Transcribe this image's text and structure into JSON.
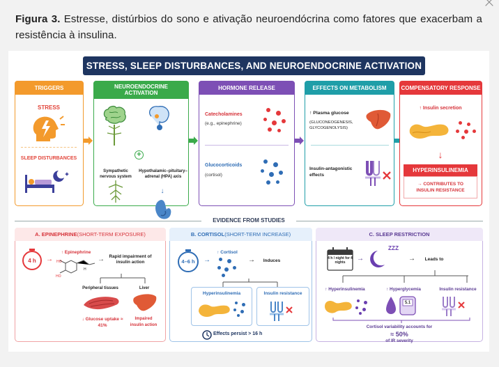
{
  "dialog": {
    "close_label": "×"
  },
  "caption": {
    "label": "Figura 3.",
    "text": " Estresse, distúrbios do sono e ativação neuroendócrina como fatores que exacerbam a resistência à insulina."
  },
  "figure": {
    "title": "STRESS, SLEEP DISTURBANCES, AND NEUROENDOCRINE ACTIVATION",
    "colors": {
      "navy": "#1e3560",
      "orange": "#f39a2c",
      "green": "#3aaa4a",
      "purple": "#7d4fb5",
      "teal": "#1f9ea8",
      "red": "#e5383b",
      "blue": "#4a86c8",
      "lavender": "#9c7dc9"
    },
    "triggers": {
      "header": "TRIGGERS",
      "stress": "STRESS",
      "sleep": "SLEEP DISTURBANCES",
      "icons": [
        "head-lightning-icon",
        "bed-moon-icon"
      ]
    },
    "neuro": {
      "header": "NEUROENDOCRINE ACTIVATION",
      "sympathetic": "Sympathetic nervous system",
      "plus": "+",
      "hpa": "Hypothalamic–pituitary–adrenal (HPA) axis",
      "icons": [
        "brain-icon",
        "adrenal-gland-icon"
      ]
    },
    "hormone": {
      "header": "HORMONE RELEASE",
      "cat_title": "Catecholamines",
      "cat_sub": "(e.g., epinephrine)",
      "gluco_title": "Glucocorticoids",
      "gluco_sub": "(cortisol)"
    },
    "metabolism": {
      "header": "EFFECTS ON METABOLISM",
      "glucose_title": "↑ Plasma glucose",
      "glucose_sub": "(GLUCONEOGENESIS, GLYCOGENOLYSIS)",
      "antag": "Insulin-antagonistic effects",
      "icons": [
        "liver-icon",
        "insulin-receptor-icon"
      ]
    },
    "compensatory": {
      "header": "COMPENSATORY RESPONSE",
      "insulin": "↑ Insulin secretion",
      "hyper": "HYPERINSULINEMIA",
      "contributes": "→ CONTRIBUTES TO INSULIN RESISTANCE"
    },
    "evidence_label": "EVIDENCE FROM STUDIES",
    "panel_a": {
      "header_main": "A. EPINEPHRINE",
      "header_sub": " (SHORT-TERM EXPOSURE)",
      "time": "4 h",
      "epi": "↑ Epinephrine",
      "rapid": "Rapid impairment of insulin action",
      "peripheral": "Peripheral tissues",
      "liver": "Liver",
      "glucose_uptake": "↓ Glucose uptake ≈ 41%",
      "impaired": "Impaired insulin action"
    },
    "panel_b": {
      "header_main": "B. CORTISOL",
      "header_sub": " (SHORT-TERM INCREASE)",
      "time": "4–6 h",
      "cortisol": "↑ Cortisol",
      "induces": "Induces",
      "hyperins": "Hyperinsulinemia",
      "ins_res": "Insulin resistance",
      "persist": "Effects persist > 16 h"
    },
    "panel_c": {
      "header_main": "C. SLEEP RESTRICTION",
      "calendar": "4 h / night for 4 nights",
      "zzz": "Z Z Z",
      "leads": "Leads to",
      "hyperins": "↑ Hyperinsulinemia",
      "hyperglyc": "↑ Hyperglycemia",
      "ins_res": "Insulin resistance",
      "meter": "5.1",
      "cortisol_var": "Cortisol variability accounts for",
      "pct": "≈ 50%",
      "of_ir": "of IR severity"
    }
  }
}
